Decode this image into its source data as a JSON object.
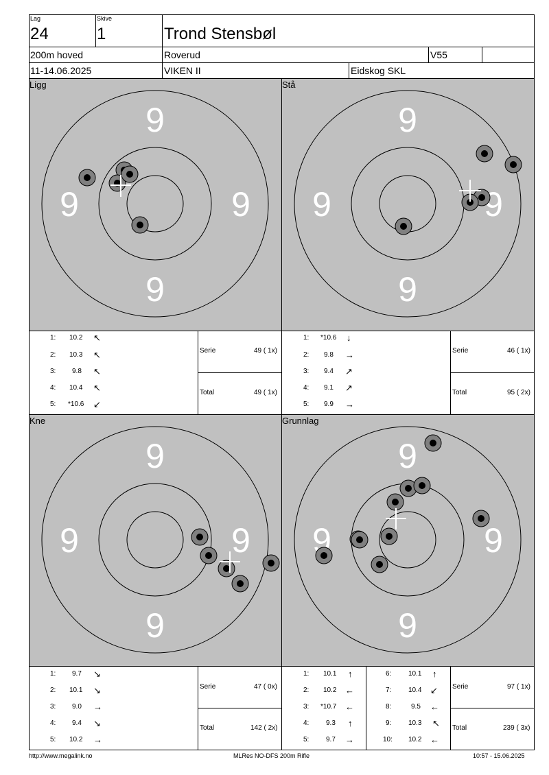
{
  "header": {
    "lag_label": "Lag",
    "lag": "24",
    "skive_label": "Skive",
    "skive": "1",
    "name": "Trond Stensbøl",
    "event": "200m hoved",
    "club": "Roverud",
    "class": "V55",
    "date": "11-14.06.2025",
    "district": "VIKEN II",
    "venue": "Eidskog SKL"
  },
  "panels": [
    {
      "label": "Ligg",
      "ring_labels": [
        "9",
        "9",
        "9",
        "9"
      ],
      "shots": [
        {
          "n": "1:",
          "score": "10.2",
          "dir": "↖"
        },
        {
          "n": "2:",
          "score": "10.3",
          "dir": "↖"
        },
        {
          "n": "3:",
          "score": "9.8",
          "dir": "↖"
        },
        {
          "n": "4:",
          "score": "10.4",
          "dir": "↖"
        },
        {
          "n": "5:",
          "score": "*10.6",
          "dir": "↙"
        }
      ],
      "serie_label": "Serie",
      "serie": "49 ( 1x)",
      "total_label": "Total",
      "total": "49 ( 1x)"
    },
    {
      "label": "Stå",
      "ring_labels": [
        "9",
        "9",
        "9",
        "9"
      ],
      "shots": [
        {
          "n": "1:",
          "score": "*10.6",
          "dir": "↓"
        },
        {
          "n": "2:",
          "score": "9.8",
          "dir": "→"
        },
        {
          "n": "3:",
          "score": "9.4",
          "dir": "↗"
        },
        {
          "n": "4:",
          "score": "9.1",
          "dir": "↗"
        },
        {
          "n": "5:",
          "score": "9.9",
          "dir": "→"
        }
      ],
      "serie_label": "Serie",
      "serie": "46 ( 1x)",
      "total_label": "Total",
      "total": "95 ( 2x)"
    },
    {
      "label": "Kne",
      "ring_labels": [
        "9",
        "9",
        "9",
        "9"
      ],
      "shots": [
        {
          "n": "1:",
          "score": "9.7",
          "dir": "↘"
        },
        {
          "n": "2:",
          "score": "10.1",
          "dir": "↘"
        },
        {
          "n": "3:",
          "score": "9.0",
          "dir": "→"
        },
        {
          "n": "4:",
          "score": "9.4",
          "dir": "↘"
        },
        {
          "n": "5:",
          "score": "10.2",
          "dir": "→"
        }
      ],
      "serie_label": "Serie",
      "serie": "47 ( 0x)",
      "total_label": "Total",
      "total": "142 ( 2x)"
    },
    {
      "label": "Grunnlag",
      "ring_labels": [
        "9",
        "9",
        "9",
        "9"
      ],
      "shots": [
        {
          "n": "1:",
          "score": "10.1",
          "dir": "↑"
        },
        {
          "n": "2:",
          "score": "10.2",
          "dir": "←"
        },
        {
          "n": "3:",
          "score": "*10.7",
          "dir": "←"
        },
        {
          "n": "4:",
          "score": "9.3",
          "dir": "↑"
        },
        {
          "n": "5:",
          "score": "9.7",
          "dir": "→"
        },
        {
          "n": "6:",
          "score": "10.1",
          "dir": "↑"
        },
        {
          "n": "7:",
          "score": "10.4",
          "dir": "↙"
        },
        {
          "n": "8:",
          "score": "9.5",
          "dir": "←"
        },
        {
          "n": "9:",
          "score": "10.3",
          "dir": "↖"
        },
        {
          "n": "10:",
          "score": "10.2",
          "dir": "←"
        }
      ],
      "serie_label": "Serie",
      "serie": "97 ( 1x)",
      "total_label": "Total",
      "total": "239 ( 3x)"
    }
  ],
  "footer": {
    "url": "http://www.megalink.no",
    "program": "MLRes NO-DFS 200m Rifle",
    "timestamp": "10:57 - 15.06.2025"
  },
  "colors": {
    "target_bg": "#c0c0c0",
    "shot_ring": "#808080"
  }
}
